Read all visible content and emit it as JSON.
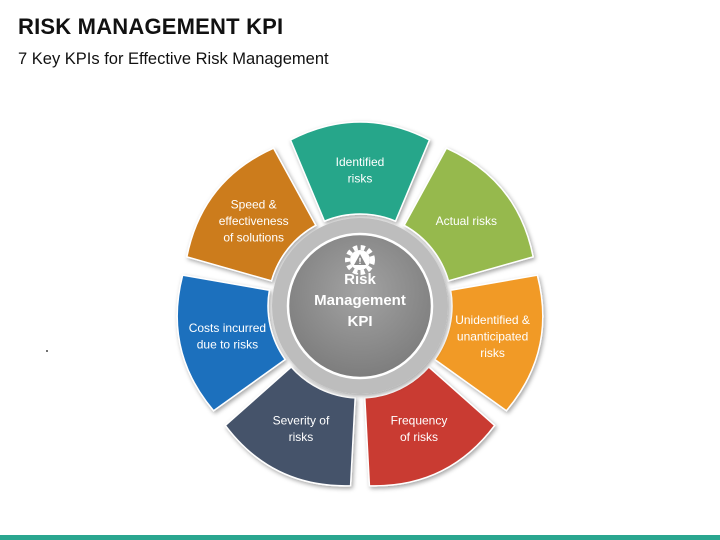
{
  "header": {
    "title": "RISK MANAGEMENT KPI",
    "subtitle": "7 Key KPIs for Effective Risk Management"
  },
  "center": {
    "label_lines": [
      "Risk",
      "Management",
      "KPI"
    ],
    "icon": "gear-warning-icon"
  },
  "petals": [
    {
      "id": "identified",
      "lines": [
        "Identified",
        "risks"
      ],
      "color": "#26a68a"
    },
    {
      "id": "actual",
      "lines": [
        "Actual risks"
      ],
      "color": "#96b94e"
    },
    {
      "id": "unidentified",
      "lines": [
        "Unidentified &",
        "unanticipated",
        "risks"
      ],
      "color": "#f19a26"
    },
    {
      "id": "frequency",
      "lines": [
        "Frequency",
        "of risks"
      ],
      "color": "#c93b30"
    },
    {
      "id": "severity",
      "lines": [
        "Severity of",
        "risks"
      ],
      "color": "#45536a"
    },
    {
      "id": "costs",
      "lines": [
        "Costs incurred",
        "due to risks"
      ],
      "color": "#1a6fbd"
    },
    {
      "id": "speed",
      "lines": [
        "Speed &",
        "effectiveness",
        "of solutions"
      ],
      "color": "#cc7b1b"
    }
  ],
  "colors": {
    "center_outer": "#bdbdbd",
    "center_inner": "#8a8a8a",
    "accent_bar": "#2aa68f"
  }
}
